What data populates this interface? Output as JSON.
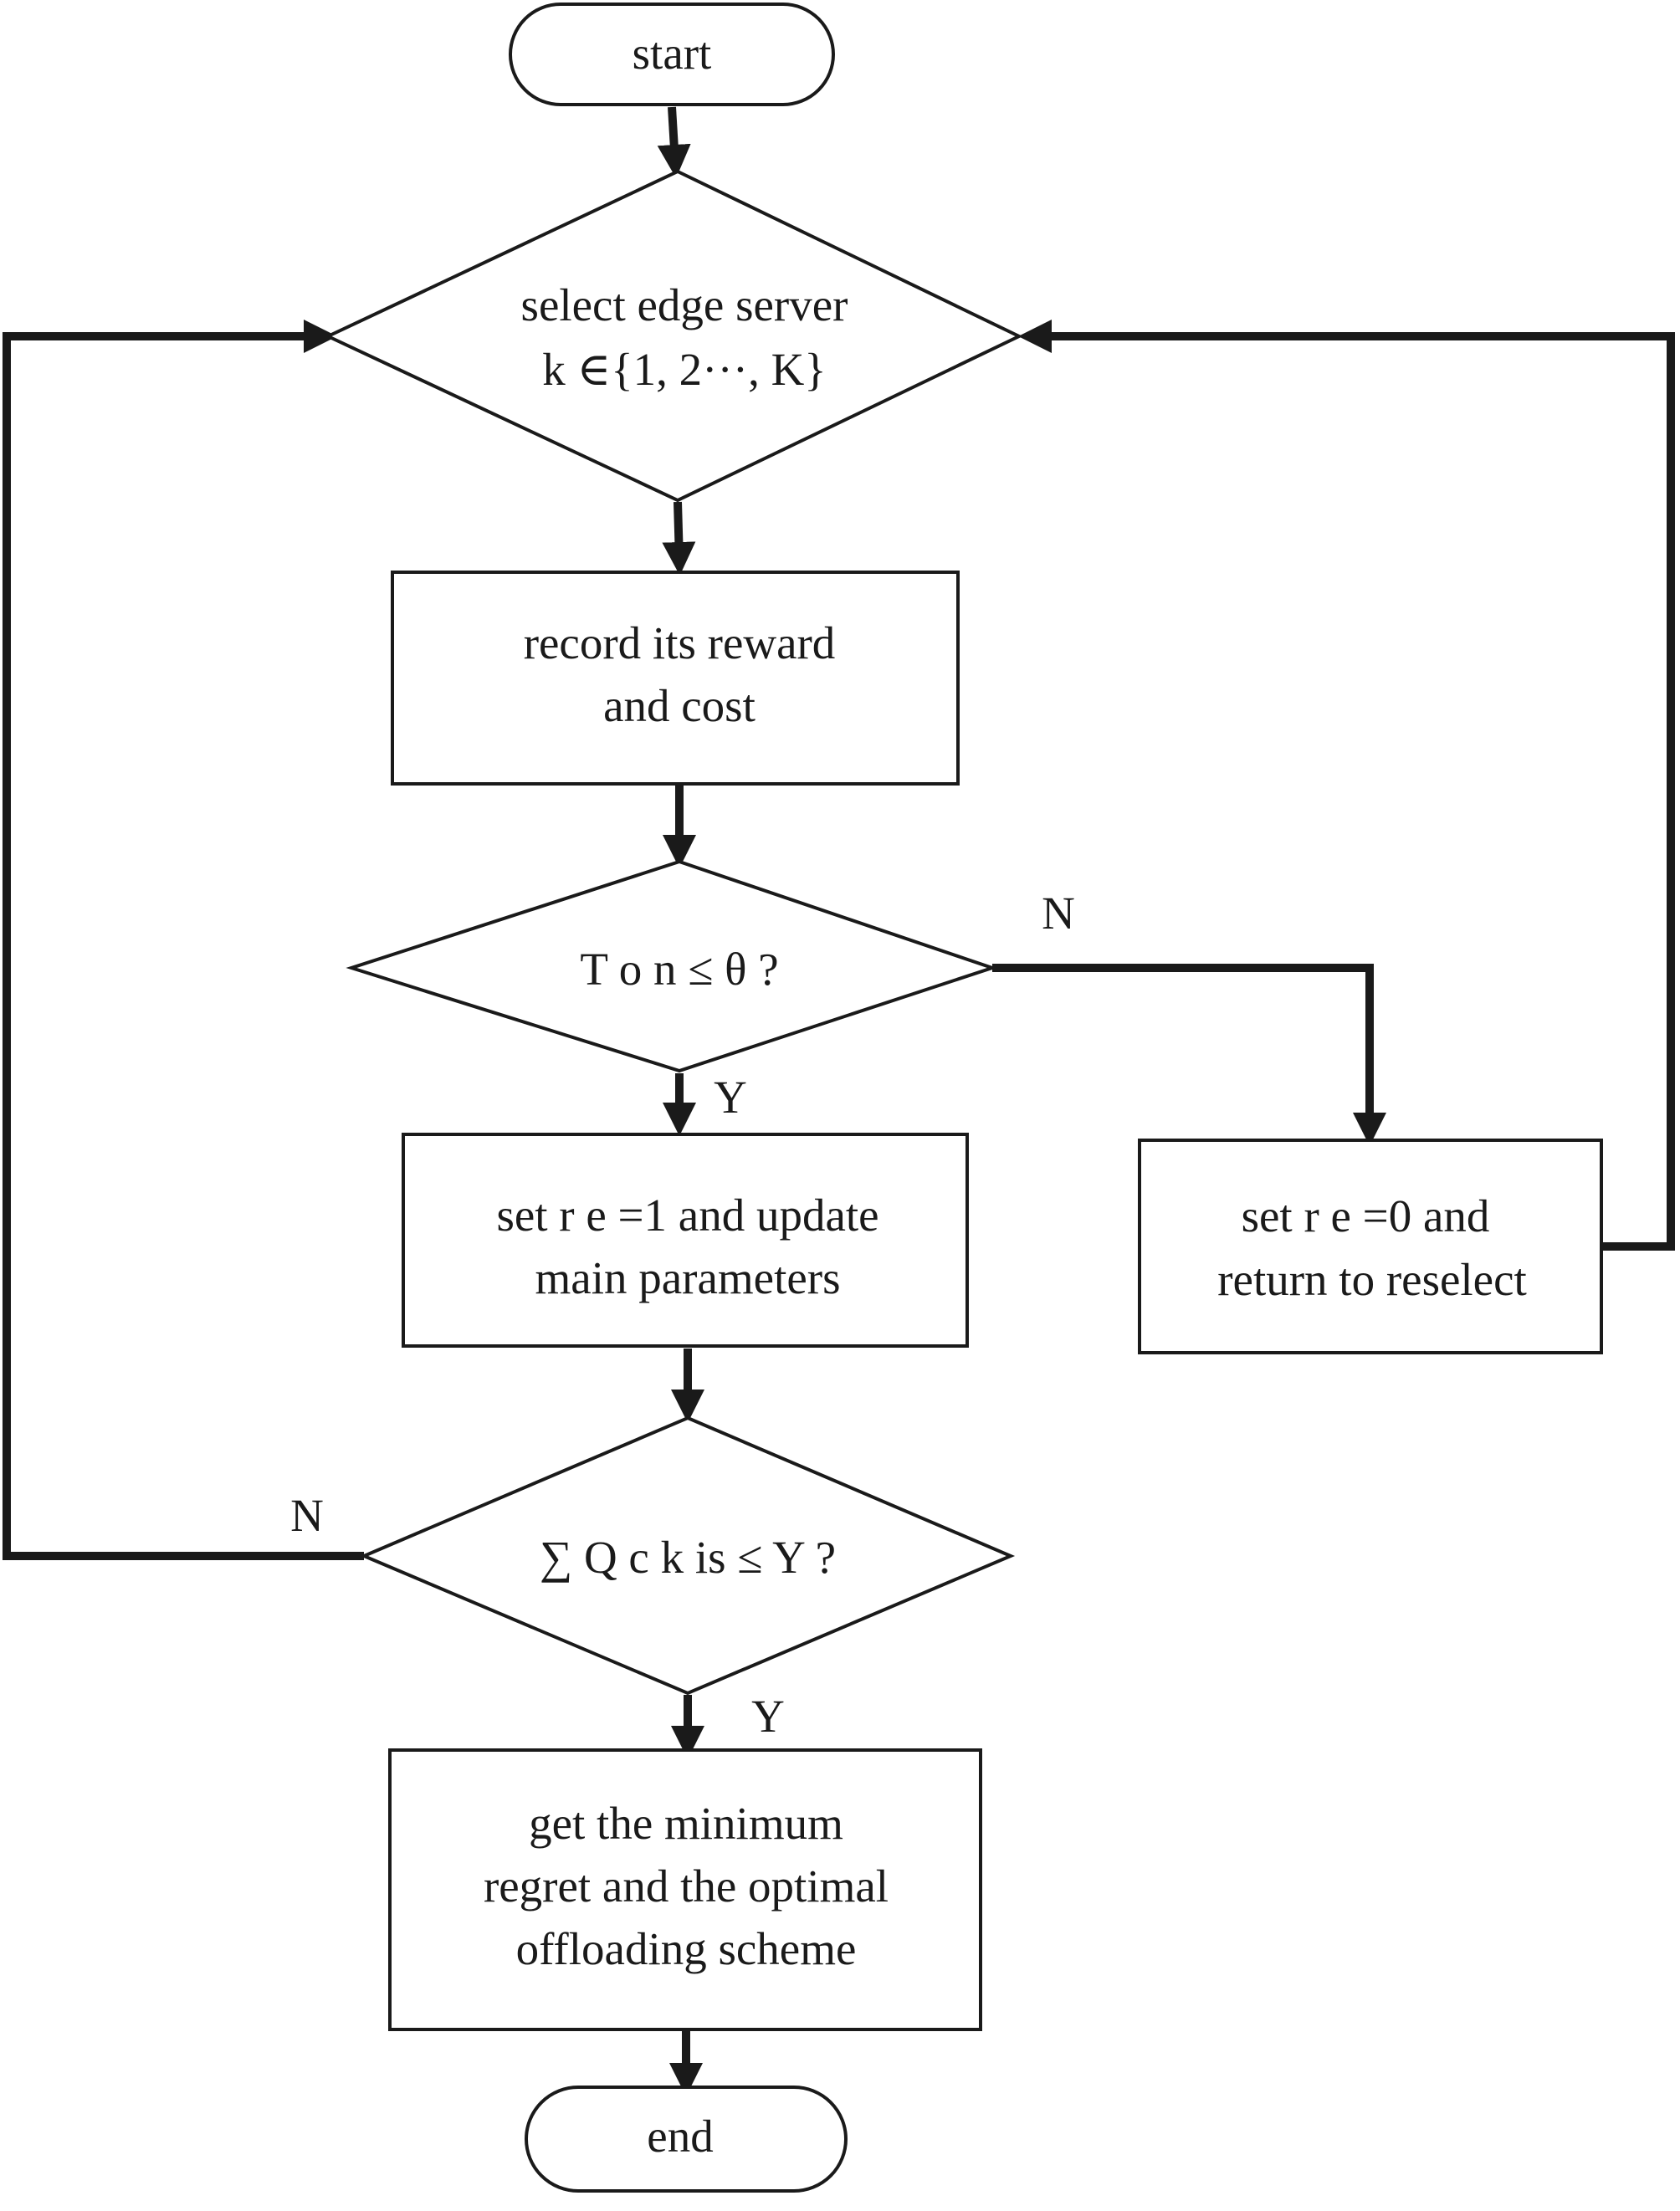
{
  "nodes": {
    "start": {
      "label": "start"
    },
    "select": {
      "line1": "select edge server",
      "line2": "k ∈{1, 2···, K}"
    },
    "record": {
      "line1": "record its reward",
      "line2": "and cost"
    },
    "decision_t": {
      "label": "T o n ≤ θ ?"
    },
    "set_one": {
      "line1": "set r e =1 and update",
      "line2": "main parameters"
    },
    "set_zero": {
      "line1": "set r e =0 and",
      "line2": "return to reselect"
    },
    "decision_c": {
      "label": "∑ Q c k is ≤ Y ?"
    },
    "result": {
      "line1": "get the minimum",
      "line2": "regret and the optimal",
      "line3": "offloading scheme"
    },
    "end": {
      "label": "end"
    }
  },
  "edge_labels": {
    "t_no": "N",
    "t_yes": "Y",
    "c_no": "N",
    "c_yes": "Y"
  }
}
